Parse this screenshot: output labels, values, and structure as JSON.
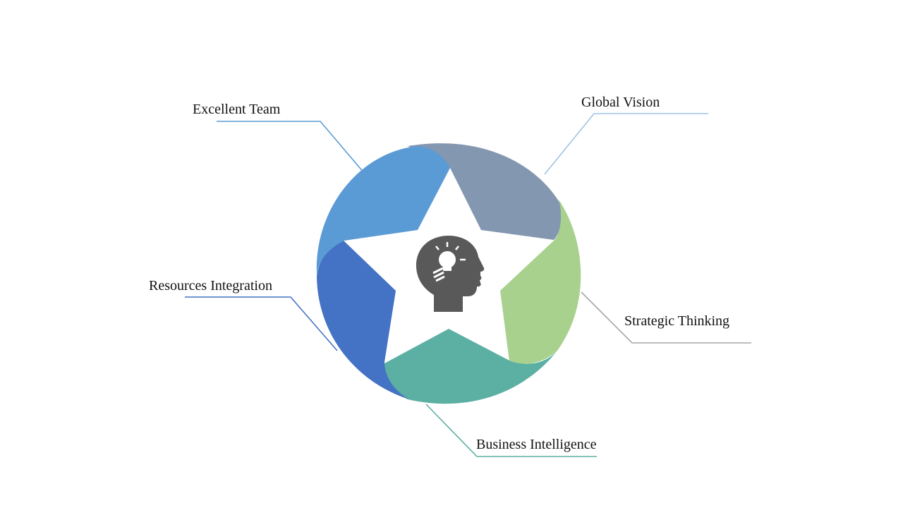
{
  "diagram": {
    "center_icon": "head-lightbulb-icon",
    "segments": [
      {
        "name": "excellent-team",
        "label": "Excellent Team",
        "color": "#5B9BD5"
      },
      {
        "name": "global-vision",
        "label": "Global Vision",
        "color": "#8497B0"
      },
      {
        "name": "strategic-thinking",
        "label": "Strategic Thinking",
        "color": "#A9D18E"
      },
      {
        "name": "business-intelligence",
        "label": "Business Intelligence",
        "color": "#5BAFA3"
      },
      {
        "name": "resources-integration",
        "label": "Resources Integration",
        "color": "#4472C4"
      }
    ],
    "leader_colors": {
      "excellent-team": "#5B9BD5",
      "global-vision": "#9DC3E6",
      "strategic-thinking": "#A6A6A6",
      "business-intelligence": "#5BAFA3",
      "resources-integration": "#4472C4"
    },
    "icon_color": "#595959",
    "background": "#FFFFFF"
  }
}
